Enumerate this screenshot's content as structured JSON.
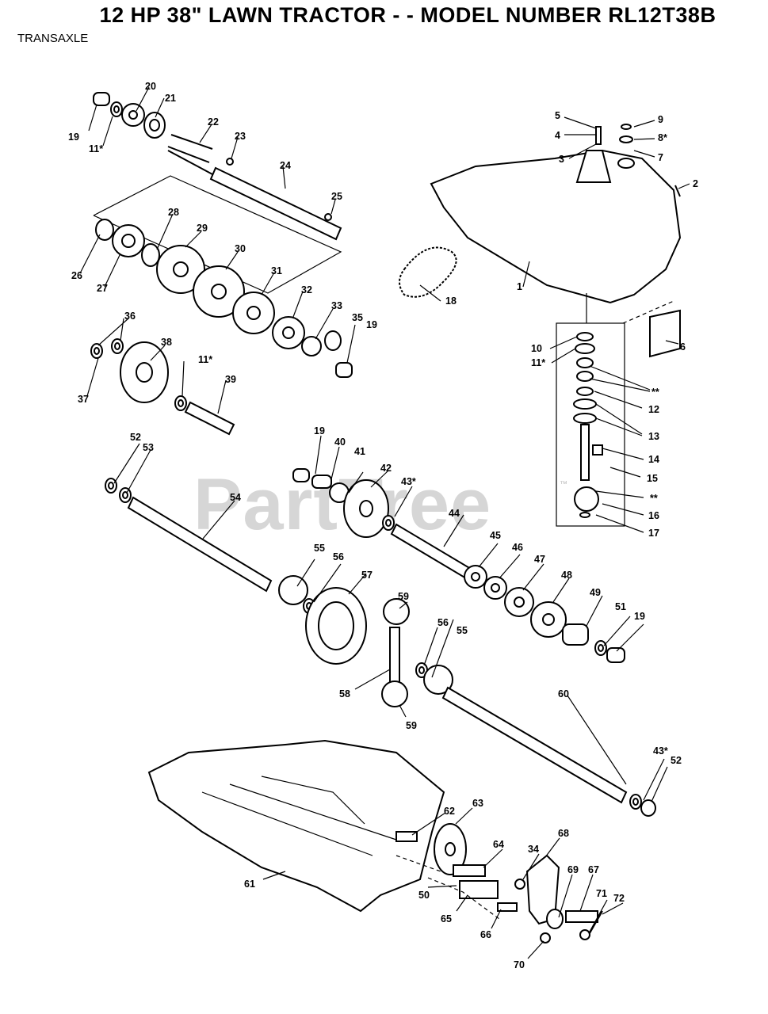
{
  "header": {
    "title": "12 HP 38\" LAWN TRACTOR - - MODEL NUMBER RL12T38B",
    "section": "TRANSAXLE"
  },
  "watermark": {
    "text": "PartTree",
    "tm": "™"
  },
  "callouts": [
    {
      "id": "c20",
      "text": "20"
    },
    {
      "id": "c21",
      "text": "21"
    },
    {
      "id": "c19a",
      "text": "19"
    },
    {
      "id": "c11a",
      "text": "11*"
    },
    {
      "id": "c22",
      "text": "22"
    },
    {
      "id": "c23",
      "text": "23"
    },
    {
      "id": "c24",
      "text": "24"
    },
    {
      "id": "c25",
      "text": "25"
    },
    {
      "id": "c28",
      "text": "28"
    },
    {
      "id": "c29",
      "text": "29"
    },
    {
      "id": "c30",
      "text": "30"
    },
    {
      "id": "c26",
      "text": "26"
    },
    {
      "id": "c27",
      "text": "27"
    },
    {
      "id": "c31",
      "text": "31"
    },
    {
      "id": "c32",
      "text": "32"
    },
    {
      "id": "c33",
      "text": "33"
    },
    {
      "id": "c35",
      "text": "35"
    },
    {
      "id": "c19b",
      "text": "19"
    },
    {
      "id": "c36",
      "text": "36"
    },
    {
      "id": "c38",
      "text": "38"
    },
    {
      "id": "c11b",
      "text": "11*"
    },
    {
      "id": "c39",
      "text": "39"
    },
    {
      "id": "c37",
      "text": "37"
    },
    {
      "id": "c18",
      "text": "18"
    },
    {
      "id": "c5",
      "text": "5"
    },
    {
      "id": "c4",
      "text": "4"
    },
    {
      "id": "c3",
      "text": "3"
    },
    {
      "id": "c9",
      "text": "9"
    },
    {
      "id": "c8",
      "text": "8*"
    },
    {
      "id": "c7",
      "text": "7"
    },
    {
      "id": "c2",
      "text": "2"
    },
    {
      "id": "c1",
      "text": "1"
    },
    {
      "id": "c6",
      "text": "6"
    },
    {
      "id": "c10",
      "text": "10"
    },
    {
      "id": "c11c",
      "text": "11*"
    },
    {
      "id": "cstar1",
      "text": "**"
    },
    {
      "id": "c12",
      "text": "12"
    },
    {
      "id": "c13",
      "text": "13"
    },
    {
      "id": "c14",
      "text": "14"
    },
    {
      "id": "c15",
      "text": "15"
    },
    {
      "id": "cstar2",
      "text": "**"
    },
    {
      "id": "c16",
      "text": "16"
    },
    {
      "id": "c17",
      "text": "17"
    },
    {
      "id": "c52a",
      "text": "52"
    },
    {
      "id": "c53",
      "text": "53"
    },
    {
      "id": "c19c",
      "text": "19"
    },
    {
      "id": "c40",
      "text": "40"
    },
    {
      "id": "c41",
      "text": "41"
    },
    {
      "id": "c42",
      "text": "42"
    },
    {
      "id": "c43a",
      "text": "43*"
    },
    {
      "id": "c54",
      "text": "54"
    },
    {
      "id": "c44",
      "text": "44"
    },
    {
      "id": "c45",
      "text": "45"
    },
    {
      "id": "c46",
      "text": "46"
    },
    {
      "id": "c47",
      "text": "47"
    },
    {
      "id": "c48",
      "text": "48"
    },
    {
      "id": "c55a",
      "text": "55"
    },
    {
      "id": "c56a",
      "text": "56"
    },
    {
      "id": "c57",
      "text": "57"
    },
    {
      "id": "c59a",
      "text": "59"
    },
    {
      "id": "c49",
      "text": "49"
    },
    {
      "id": "c51",
      "text": "51"
    },
    {
      "id": "c19d",
      "text": "19"
    },
    {
      "id": "c56b",
      "text": "56"
    },
    {
      "id": "c55b",
      "text": "55"
    },
    {
      "id": "c58",
      "text": "58"
    },
    {
      "id": "c59b",
      "text": "59"
    },
    {
      "id": "c60",
      "text": "60"
    },
    {
      "id": "c43b",
      "text": "43*"
    },
    {
      "id": "c52b",
      "text": "52"
    },
    {
      "id": "c62",
      "text": "62"
    },
    {
      "id": "c63",
      "text": "63"
    },
    {
      "id": "c68",
      "text": "68"
    },
    {
      "id": "c64",
      "text": "64"
    },
    {
      "id": "c34",
      "text": "34"
    },
    {
      "id": "c69",
      "text": "69"
    },
    {
      "id": "c67",
      "text": "67"
    },
    {
      "id": "c61",
      "text": "61"
    },
    {
      "id": "c50",
      "text": "50"
    },
    {
      "id": "c71",
      "text": "71"
    },
    {
      "id": "c72",
      "text": "72"
    },
    {
      "id": "c65",
      "text": "65"
    },
    {
      "id": "c66",
      "text": "66"
    },
    {
      "id": "c70",
      "text": "70"
    }
  ]
}
